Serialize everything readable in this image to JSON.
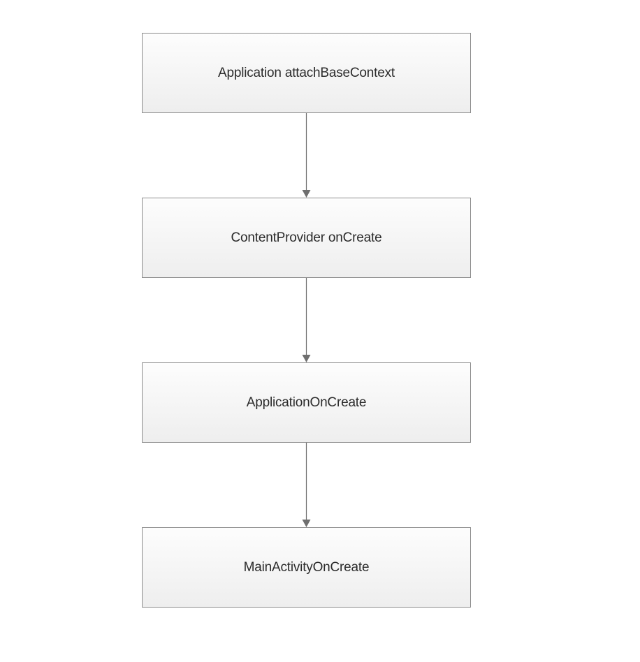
{
  "diagram": {
    "nodes": [
      {
        "label": "Application attachBaseContext"
      },
      {
        "label": "ContentProvider onCreate"
      },
      {
        "label": "ApplicationOnCreate"
      },
      {
        "label": "MainActivityOnCreate"
      }
    ],
    "edges": [
      {
        "from": 0,
        "to": 1
      },
      {
        "from": 1,
        "to": 2
      },
      {
        "from": 2,
        "to": 3
      }
    ],
    "colors": {
      "border": "#8c8c8c",
      "arrow": "#6f6f6f",
      "text": "#2b2b2b"
    }
  }
}
